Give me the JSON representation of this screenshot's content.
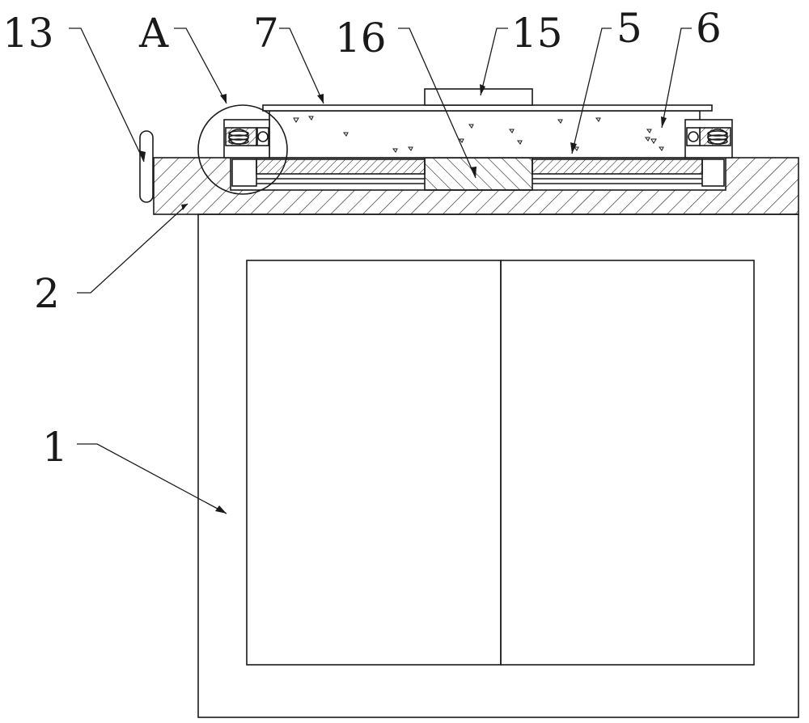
{
  "labels": {
    "l13": "13",
    "lA": "A",
    "l7": "7",
    "l16": "16",
    "l15": "15",
    "l5": "5",
    "l6": "6",
    "l2": "2",
    "l1": "1"
  },
  "colors": {
    "line": "#1a1a1a",
    "background": "#ffffff"
  }
}
